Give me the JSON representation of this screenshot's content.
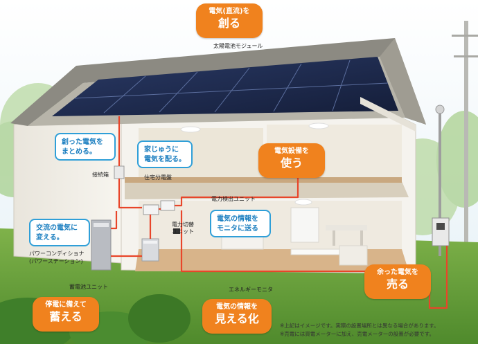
{
  "callouts_orange": {
    "create": {
      "line1": "電気(直流)を",
      "line2": "創る"
    },
    "use": {
      "line1": "電気設備を",
      "line2": "使う"
    },
    "sell": {
      "line1": "余った電気を",
      "line2": "売る"
    },
    "store": {
      "line1": "停電に備えて",
      "line2": "蓄える"
    },
    "visualize": {
      "line1": "電気の情報を",
      "line2": "見える化"
    }
  },
  "callouts_blue": {
    "gather": {
      "line1": "創った電気を",
      "line2": "まとめる。"
    },
    "distribute": {
      "line1": "家じゅうに",
      "line2": "電気を配る。"
    },
    "convert": {
      "line1": "交流の電気に",
      "line2": "変える。"
    },
    "send_info": {
      "line1": "電気の情報を",
      "line2": "モニタに送る"
    }
  },
  "labels": {
    "solar_module": "太陽電池モジュール",
    "junction_box": "接続箱",
    "distribution_board": "住宅分電盤",
    "power_detection_unit": "電力検出ユニット",
    "switch_unit_line1": "電力切替",
    "switch_unit_line2": "ユニット",
    "power_conditioner_line1": "パワーコンディショナ",
    "power_conditioner_line2": "(パワーステーション)",
    "battery_unit": "蓄電池ユニット",
    "energy_monitor": "エネルギーモニタ"
  },
  "notes": {
    "line1": "※上記はイメージです。実際の設置場所とは異なる場合があります。",
    "line2": "※売電には買電メーターに加え、売電メーターの設置が必要です。"
  },
  "colors": {
    "callout_orange": "#f0821e",
    "callout_blue_border": "#2f9fd8",
    "callout_blue_text": "#1c7fc0",
    "wire": "#e8452a",
    "solar_panel": "#1d2a4f",
    "roof": "#8c8a82",
    "wall": "#f4f1ea",
    "lawn": "#6aa23e",
    "sky": "#e9f3f8"
  }
}
